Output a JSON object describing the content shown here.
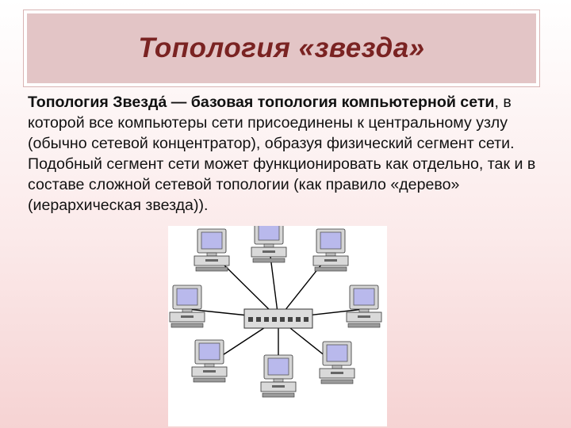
{
  "slide": {
    "title": "Топология «звезда»",
    "body": {
      "term": "Топология Звезда́",
      "dash": " — ",
      "lead_plain": "базовая топология ",
      "bold_phrase": "компьютерной сети",
      "rest": ", в которой все компьютеры сети присоединены к центральному узлу (обычно сетевой концентратор), образуя физический сегмент сети. Подобный сегмент сети может функционировать как отдельно, так и в составе сложной сетевой топологии (как правило «дерево» (иерархическая звезда))."
    }
  },
  "diagram": {
    "nodes": [
      "computer",
      "computer",
      "computer",
      "computer",
      "computer",
      "computer",
      "computer",
      "computer"
    ],
    "hub": "network-hub",
    "colors": {
      "line": "#000000",
      "monitor_body": "#d6d6d6",
      "screen": "#b9b9ec",
      "hub_body": "#dcdcdc"
    }
  }
}
